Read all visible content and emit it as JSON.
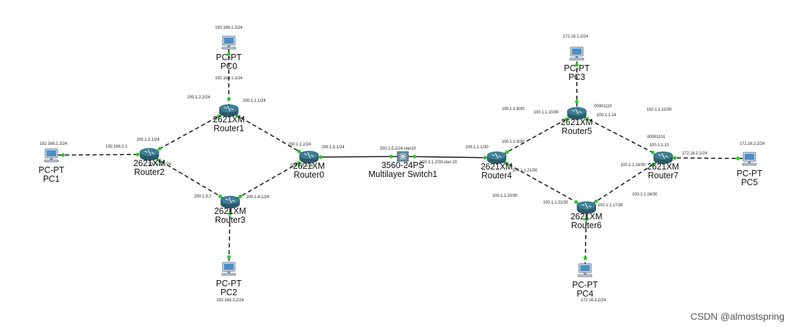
{
  "diagram": {
    "nodes": [
      {
        "id": "PC0",
        "kind": "pc",
        "model": "PC-PT",
        "name": "PC0"
      },
      {
        "id": "PC1",
        "kind": "pc",
        "model": "PC-PT",
        "name": "PC1"
      },
      {
        "id": "PC2",
        "kind": "pc",
        "model": "PC-PT",
        "name": "PC2"
      },
      {
        "id": "PC3",
        "kind": "pc",
        "model": "PC-PT",
        "name": "PC3"
      },
      {
        "id": "PC4",
        "kind": "pc",
        "model": "PC-PT",
        "name": "PC4"
      },
      {
        "id": "PC5",
        "kind": "pc",
        "model": "PC-PT",
        "name": "PC5"
      },
      {
        "id": "Router0",
        "kind": "router",
        "model": "2621XM",
        "name": "Router0"
      },
      {
        "id": "Router1",
        "kind": "router",
        "model": "2621XM",
        "name": "Router1"
      },
      {
        "id": "Router2",
        "kind": "router",
        "model": "2621XM",
        "name": "Router2"
      },
      {
        "id": "Router3",
        "kind": "router",
        "model": "2621XM",
        "name": "Router3"
      },
      {
        "id": "Router4",
        "kind": "router",
        "model": "2621XM",
        "name": "Router4"
      },
      {
        "id": "Router5",
        "kind": "router",
        "model": "2621XM",
        "name": "Router5"
      },
      {
        "id": "Router6",
        "kind": "router",
        "model": "2621XM",
        "name": "Router6"
      },
      {
        "id": "Router7",
        "kind": "router",
        "model": "2621XM",
        "name": "Router7"
      },
      {
        "id": "MS1",
        "kind": "switch",
        "model": "3560-24PS",
        "name": "Multilayer Switch1"
      }
    ],
    "links": [
      {
        "from": "PC0",
        "to": "Router1",
        "style": "dashed"
      },
      {
        "from": "PC1",
        "to": "Router2",
        "style": "dashed"
      },
      {
        "from": "Router1",
        "to": "Router2",
        "style": "dashed"
      },
      {
        "from": "Router1",
        "to": "Router0",
        "style": "dashed"
      },
      {
        "from": "Router2",
        "to": "Router3",
        "style": "dashed"
      },
      {
        "from": "Router3",
        "to": "Router0",
        "style": "dashed"
      },
      {
        "from": "Router3",
        "to": "PC2",
        "style": "dashed"
      },
      {
        "from": "Router0",
        "to": "MS1",
        "style": "solid"
      },
      {
        "from": "MS1",
        "to": "Router4",
        "style": "solid"
      },
      {
        "from": "Router4",
        "to": "Router5",
        "style": "dashed"
      },
      {
        "from": "Router4",
        "to": "Router6",
        "style": "dashed"
      },
      {
        "from": "Router5",
        "to": "PC3",
        "style": "dashed"
      },
      {
        "from": "Router5",
        "to": "Router7",
        "style": "dashed"
      },
      {
        "from": "Router6",
        "to": "Router7",
        "style": "dashed"
      },
      {
        "from": "Router6",
        "to": "PC4",
        "style": "dashed"
      },
      {
        "from": "Router7",
        "to": "PC5",
        "style": "dashed"
      }
    ],
    "ip_labels": [
      "192.168.1.2/24",
      "192.168.1.1/24",
      "200.1.2.2/24",
      "200.1.1.1/24",
      "192.168.2.2/24",
      "192.168.2.1",
      "200.1.2.1/24",
      "200.1.3.1/24",
      "200.1.1.2/24",
      "200.1.5.1/24",
      "200.1.4.2/24",
      "200.1.3.2",
      "200.1.4.1/24",
      "192.168.3.2/24",
      "200.1.5.2/24,vlan10",
      "100.1.1.2/30,vlan 20",
      "100.1.1.1/30",
      "172.16.1.2/24",
      "100.1.1.8/30",
      "100.1.1.10/30",
      "00001110",
      "100.1.1.14",
      "100.1.1.12/30",
      "100.1.1.9/30",
      "00001101",
      "100.1.1.13",
      "172.16.2.1/24",
      "172.16.2.2/24",
      "100.1.1.18/30",
      "100.1.1.21/30",
      "100.1.1.20/30",
      "100.1.1.22/30",
      "100.1.1.17/30",
      "100.1.1.16/30",
      "172.16.3.2/24"
    ]
  },
  "watermark": "CSDN @almostspring",
  "colors": {
    "link": "#1a1a1a",
    "port": "#22cc22",
    "router": "#3f7f93",
    "pc_screen": "#4d8fc4"
  }
}
